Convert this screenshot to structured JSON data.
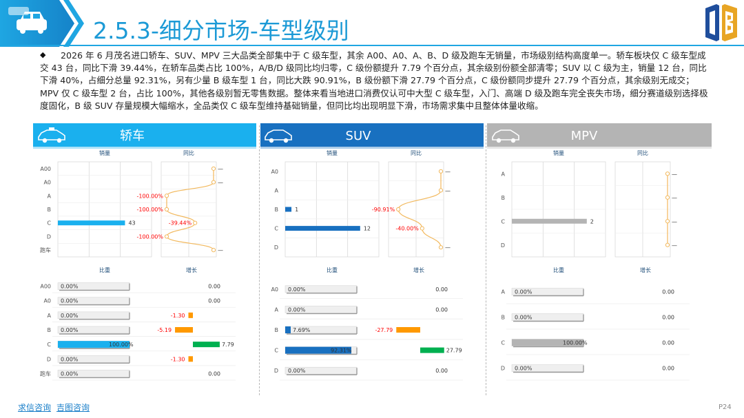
{
  "header": {
    "title": "2.5.3-细分市场-车型级别"
  },
  "summary": {
    "text": "2026 年 6 月茂名进口轿车、SUV、MPV 三大品类全部集中于 C 级车型，其余 A00、A0、A、B、D 级及跑车无销量，市场级别结构高度单一。轿车板块仅 C 级车型成交 43 台，同比下滑 39.44%，在轿车品类占比 100%，A/B/D 级同比均归零，C 级份额提升 7.79 个百分点，其余级别份额全部清零；SUV 以 C 级为主，销量 12 台，同比下滑 40%，占细分总量 92.31%，另有少量 B 级车型 1 台，同比大跌 90.91%，B 级份额下滑 27.79 个百分点，C 级份额同步提升 27.79 个百分点，其余级别无成交；MPV 仅 C 级车型 2 台，占比 100%，其他各级别暂无零售数据。整体来看当地进口消费仅认可中大型 C 级车型，入门、高端 D 级及跑车完全丧失市场，细分赛道级别选择极度固化，B 级 SUV 存量规模大幅缩水，全品类仅 C 级车型维持基础销量，但同比均出现明显下滑，市场需求集中且整体体量收缩。"
  },
  "colors": {
    "sedan": "#1ab0ee",
    "suv": "#1870c0",
    "mpv": "#b4b4b4",
    "yoy_line": "#f2b85c",
    "negative": "#ff0000",
    "orange_bar": "#ff9900",
    "green_bar": "#00b050",
    "label_blue": "#1f4e79"
  },
  "panels": [
    {
      "key": "sedan",
      "title": "轿车",
      "icon": "taxi-car-icon",
      "chart_labels": {
        "sales": "销量",
        "yoy": "同比",
        "share": "比重",
        "growth": "增长"
      },
      "chart_data": {
        "type": "bar",
        "categories": [
          "A00",
          "A0",
          "A",
          "B",
          "C",
          "D",
          "跑车"
        ],
        "sales": [
          null,
          null,
          null,
          null,
          43,
          null,
          null
        ],
        "sales_labels": [
          "",
          "",
          "",
          "",
          "43",
          "",
          ""
        ],
        "yoy": [
          null,
          null,
          -100.0,
          -100.0,
          -39.44,
          -100.0,
          null
        ],
        "yoy_labels": [
          "—",
          "—",
          "-100.00%",
          "-100.00%",
          "-39.44%",
          "-100.00%",
          "—"
        ],
        "share": [
          0.0,
          0.0,
          0.0,
          0.0,
          100.0,
          0.0,
          0.0
        ],
        "share_labels": [
          "0.00%",
          "0.00%",
          "0.00%",
          "0.00%",
          "100.00%",
          "0.00%",
          "0.00%"
        ],
        "growth": [
          0.0,
          0.0,
          -1.3,
          -5.19,
          7.79,
          -1.3,
          0.0
        ],
        "growth_labels": [
          "0.00",
          "0.00",
          "-1.30",
          "-5.19",
          "7.79",
          "-1.30",
          "0.00"
        ],
        "sales_max": 60,
        "yoy_range": [
          -100,
          0
        ],
        "growth_range": [
          -10,
          10
        ]
      }
    },
    {
      "key": "suv",
      "title": "SUV",
      "icon": "suv-car-icon",
      "chart_labels": {
        "sales": "销量",
        "yoy": "同比",
        "share": "比重",
        "growth": "增长"
      },
      "chart_data": {
        "type": "bar",
        "categories": [
          "A0",
          "A",
          "B",
          "C",
          "D"
        ],
        "sales": [
          null,
          null,
          1,
          12,
          null
        ],
        "sales_labels": [
          "",
          "",
          "1",
          "12",
          ""
        ],
        "yoy": [
          null,
          null,
          -90.91,
          -40.0,
          null
        ],
        "yoy_labels": [
          "—",
          "—",
          "-90.91%",
          "-40.00%",
          "—"
        ],
        "share": [
          0.0,
          0.0,
          7.69,
          92.31,
          0.0
        ],
        "share_labels": [
          "0.00%",
          "0.00%",
          "7.69%",
          "92.31%",
          "0.00%"
        ],
        "growth": [
          0.0,
          0.0,
          -27.79,
          27.79,
          0.0
        ],
        "growth_labels": [
          "0.00",
          "0.00",
          "-27.79",
          "27.79",
          "0.00"
        ],
        "sales_max": 15,
        "yoy_range": [
          -100,
          0
        ],
        "growth_range": [
          -40,
          40
        ]
      }
    },
    {
      "key": "mpv",
      "title": "MPV",
      "icon": "mpv-car-icon",
      "chart_labels": {
        "sales": "销量",
        "yoy": "同比",
        "share": "比重",
        "growth": "增长"
      },
      "chart_data": {
        "type": "bar",
        "categories": [
          "A",
          "B",
          "C",
          "D"
        ],
        "sales": [
          null,
          null,
          2,
          null
        ],
        "sales_labels": [
          "",
          "",
          "2",
          ""
        ],
        "yoy": [
          null,
          null,
          null,
          null
        ],
        "yoy_labels": [
          "—",
          "—",
          "—",
          "—"
        ],
        "share": [
          0.0,
          0.0,
          100.0,
          0.0
        ],
        "share_labels": [
          "0.00%",
          "0.00%",
          "100.00%",
          "0.00%"
        ],
        "growth": [
          0.0,
          0.0,
          0.0,
          0.0
        ],
        "growth_labels": [
          "0.00",
          "0.00",
          "0.00",
          "0.00"
        ],
        "sales_max": 2.5,
        "yoy_range": [
          -100,
          0
        ],
        "growth_range": [
          -10,
          10
        ]
      }
    }
  ],
  "footer": {
    "link1": "求信咨询",
    "link2": "吉图咨询",
    "page": "P24"
  }
}
